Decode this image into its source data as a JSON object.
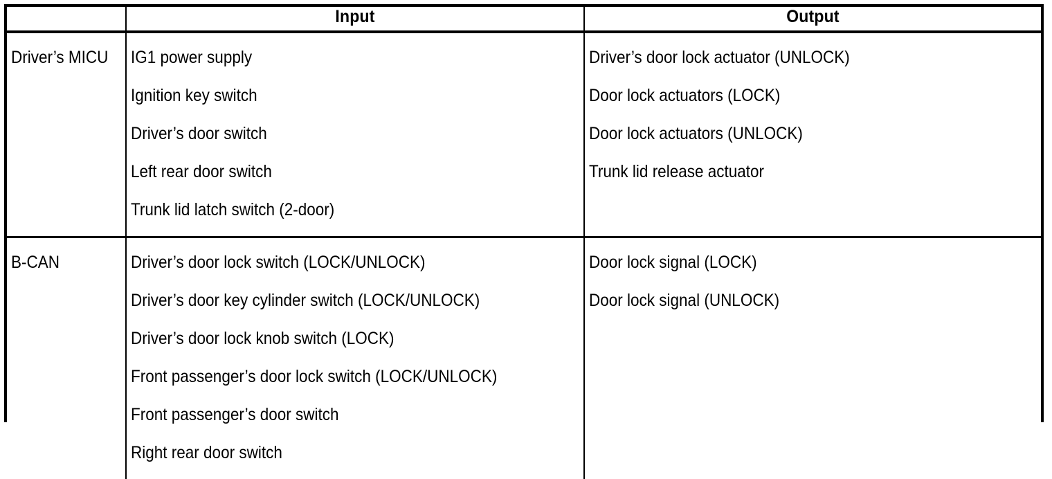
{
  "table": {
    "headers": {
      "system": "",
      "input": "Input",
      "output": "Output"
    },
    "sections": [
      {
        "system": "Driver’s MICU",
        "inputs": [
          "IG1 power supply",
          "Ignition key switch",
          "Driver’s door switch",
          "Left rear door switch",
          "Trunk lid latch switch (2-door)"
        ],
        "outputs": [
          "Driver’s door lock actuator (UNLOCK)",
          "Door lock actuators (LOCK)",
          "Door lock actuators (UNLOCK)",
          "Trunk lid release actuator"
        ]
      },
      {
        "system": "B-CAN",
        "inputs": [
          "Driver’s door lock switch (LOCK/UNLOCK)",
          "Driver’s door key cylinder switch (LOCK/UNLOCK)",
          "Driver’s door lock knob switch (LOCK)",
          "Front passenger’s door lock switch (LOCK/UNLOCK)",
          "Front passenger’s door switch",
          "Right rear door switch"
        ],
        "outputs": [
          "Door lock signal (LOCK)",
          "Door lock signal (UNLOCK)"
        ]
      }
    ]
  },
  "colors": {
    "border": "#000000",
    "text": "#000000",
    "background": "#ffffff"
  }
}
